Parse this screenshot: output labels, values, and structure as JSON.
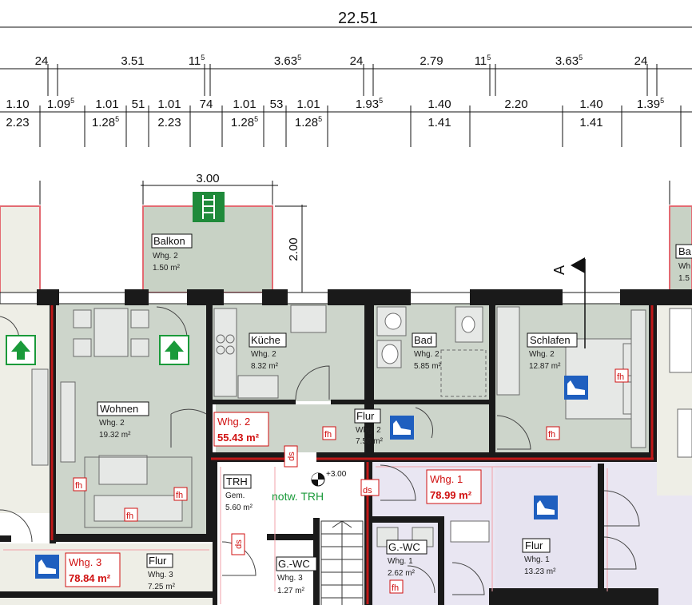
{
  "overall_dimension": "22.51",
  "dims_row1": [
    {
      "main": "24",
      "sup": ""
    },
    {
      "main": "3.51",
      "sup": ""
    },
    {
      "main": "11",
      "sup": "5"
    },
    {
      "main": "3.63",
      "sup": "5"
    },
    {
      "main": "24",
      "sup": ""
    },
    {
      "main": "2.79",
      "sup": ""
    },
    {
      "main": "11",
      "sup": "5"
    },
    {
      "main": "3.63",
      "sup": "5"
    },
    {
      "main": "24",
      "sup": ""
    }
  ],
  "dims_row2_top": [
    {
      "main": "1.10",
      "sup": ""
    },
    {
      "main": "1.09",
      "sup": "5"
    },
    {
      "main": "1.01",
      "sup": ""
    },
    {
      "main": "51",
      "sup": ""
    },
    {
      "main": "1.01",
      "sup": ""
    },
    {
      "main": "74",
      "sup": ""
    },
    {
      "main": "1.01",
      "sup": ""
    },
    {
      "main": "53",
      "sup": ""
    },
    {
      "main": "1.01",
      "sup": ""
    },
    {
      "main": "1.93",
      "sup": "5"
    },
    {
      "main": "1.40",
      "sup": ""
    },
    {
      "main": "2.20",
      "sup": ""
    },
    {
      "main": "1.40",
      "sup": ""
    },
    {
      "main": "1.39",
      "sup": "5"
    }
  ],
  "dims_row2_bottom": [
    {
      "main": "2.23",
      "sup": ""
    },
    {
      "main": "1.28",
      "sup": "5"
    },
    {
      "main": "2.23",
      "sup": ""
    },
    {
      "main": "1.28",
      "sup": "5"
    },
    {
      "main": "1.28",
      "sup": "5"
    },
    {
      "main": "1.41",
      "sup": ""
    },
    {
      "main": "1.41",
      "sup": ""
    }
  ],
  "balcony_width": "3.00",
  "balcony_depth": "2.00",
  "section_marker": "A",
  "rooms": {
    "balkon": {
      "name": "Balkon",
      "unit": "Whg. 2",
      "area": "1.50 m²"
    },
    "balkon_right": {
      "name": "Ba",
      "unit": "Wh",
      "area": "1.5"
    },
    "kueche": {
      "name": "Küche",
      "unit": "Whg. 2",
      "area": "8.32 m²"
    },
    "bad": {
      "name": "Bad",
      "unit": "Whg. 2",
      "area": "5.85 m²"
    },
    "schlafen": {
      "name": "Schlafen",
      "unit": "Whg. 2",
      "area": "12.87 m²"
    },
    "wohnen": {
      "name": "Wohnen",
      "unit": "Whg. 2",
      "area": "19.32 m²"
    },
    "flur2": {
      "name": "Flur",
      "unit": "Whg. 2",
      "area": "7.56 m²"
    },
    "trh": {
      "name": "TRH",
      "unit": "Gem.",
      "area": "5.60 m²"
    },
    "flur3": {
      "name": "Flur",
      "unit": "Whg. 3",
      "area": "7.25 m²"
    },
    "gwc3": {
      "name": "G.-WC",
      "unit": "Whg. 3",
      "area": "1.27 m²"
    },
    "gwc1": {
      "name": "G.-WC",
      "unit": "Whg. 1",
      "area": "2.62 m²"
    },
    "flur1": {
      "name": "Flur",
      "unit": "Whg. 1",
      "area": "13.23 m²"
    }
  },
  "units": {
    "whg2": {
      "name": "Whg. 2",
      "area": "55.43 m²"
    },
    "whg1": {
      "name": "Whg. 1",
      "area": "78.99 m²"
    },
    "whg3": {
      "name": "Whg. 3",
      "area": "78.84 m²"
    }
  },
  "notw_trh": "notw. TRH",
  "level": "+3.00",
  "fh_label": "fh",
  "ds_label": "ds",
  "colors": {
    "wall": "#1a1a1a",
    "room_whg2": "#cdd5cb",
    "room_balkon": "#c8d2c5",
    "red": "#d01010",
    "green": "#1a9a3a",
    "whg1_fill": "#e9e6f2",
    "whg3_fill": "#eeeee6",
    "pink_line": "#f2a0a8",
    "blue_sign": "#1f5fbf"
  }
}
